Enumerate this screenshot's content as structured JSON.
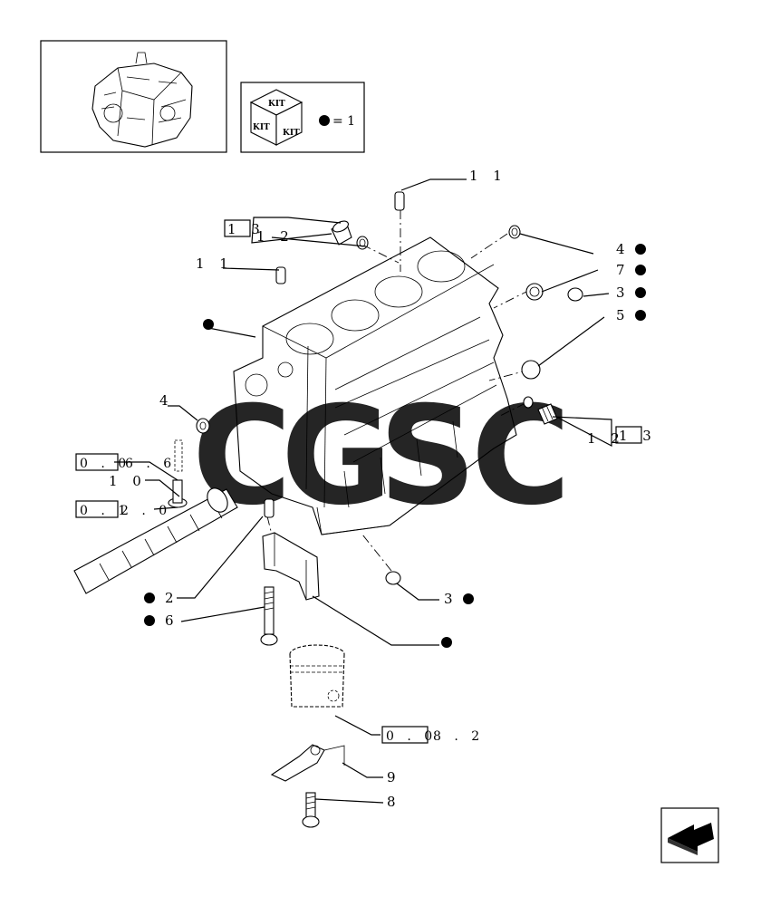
{
  "kit_box": {
    "kit_label": "KIT",
    "kit_label_left": "KIT",
    "kit_label_right": "KIT",
    "legend_text": "= 1"
  },
  "watermark": {
    "letters": [
      "C",
      "G",
      "S",
      "C"
    ],
    "colors": [
      "#4a8fe8",
      "#ee5a4e",
      "#f5c542",
      "#3fa56b"
    ]
  },
  "callouts": {
    "c11_top": "1 1",
    "c12_top": "1 2",
    "c13_top": "1 3",
    "c11_left": "1 1",
    "c4_right": "4",
    "c7_right": "7",
    "c3_right": "3",
    "c5_right": "5",
    "c4_left": "4",
    "c12_right": "1 2",
    "c13_right": "1 3",
    "ref_006": "0 . 0",
    "ref_006_suffix": "6 . 6",
    "c10": "1 0",
    "ref_012": "0 . 1",
    "ref_012_suffix": "2 . 0",
    "c2": "2",
    "c6": "6",
    "c3_bottom": "3",
    "ref_008": "0 . 0",
    "ref_008_suffix": "8 . 2",
    "c9": "9",
    "c8": "8"
  },
  "icons": [
    "engine-thumbnail",
    "kit-cube-icon",
    "bullet-dot",
    "back-arrow-icon"
  ]
}
